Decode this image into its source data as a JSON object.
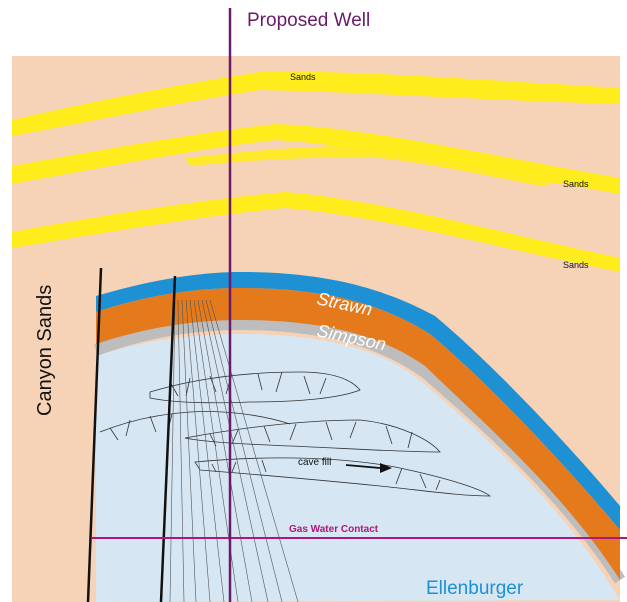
{
  "title": "Proposed Well",
  "labels": {
    "sands_1": "Sands",
    "sands_2": "Sands",
    "sands_3": "Sands",
    "canyon_sands": "Canyon Sands",
    "strawn": "Strawn",
    "simpson": "Simpson",
    "cave_fill": "cave fill",
    "gas_water_contact": "Gas Water Contact",
    "ellenburger": "Ellenburger"
  },
  "colors": {
    "background": "#f6d2b6",
    "sands": "#ffec1c",
    "strawn": "#1e90d4",
    "simpson": "#e47a1c",
    "ellenburger": "#d6e6f2",
    "margin": "#bdbdbd",
    "well": "#6a1b6a",
    "gas_water_contact": "#b0177a",
    "faults": "#111111"
  }
}
